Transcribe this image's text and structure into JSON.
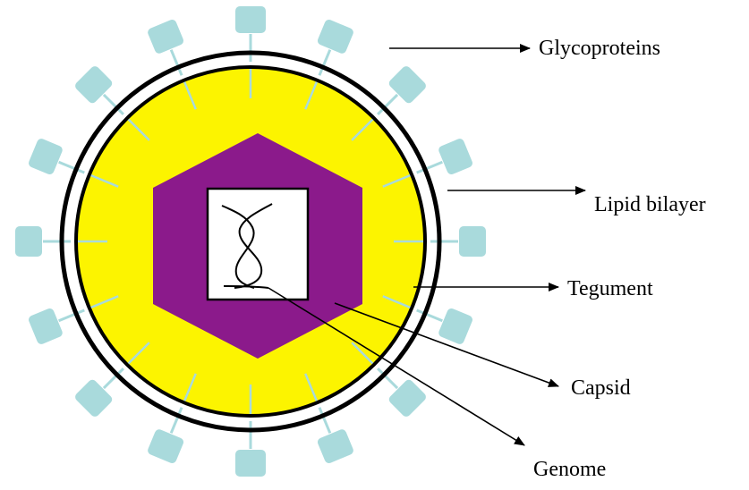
{
  "diagram": {
    "labels": {
      "glycoproteins": "Glycoproteins",
      "lipid_bilayer": "Lipid bilayer",
      "tegument": "Tegument",
      "capsid": "Capsid",
      "genome": "Genome"
    },
    "colors": {
      "tegument": "#fcf400",
      "capsid": "#8b1a8b",
      "glycoprotein": "#a9dadc",
      "membrane": "#000000",
      "genome_box": "#ffffff"
    },
    "spike_count": 16
  }
}
